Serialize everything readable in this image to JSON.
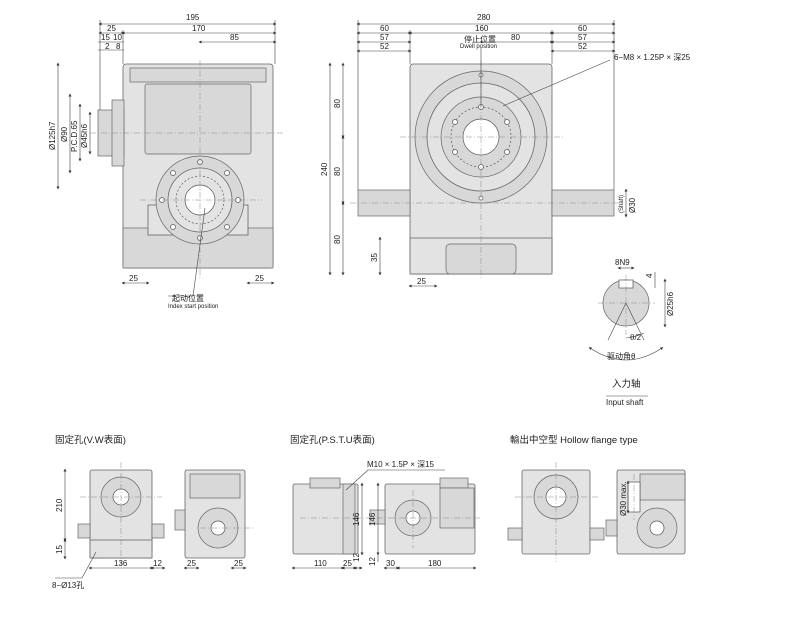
{
  "front_view": {
    "dims": {
      "overall_width": "195",
      "offset": "25",
      "body_width": "170",
      "half": "85",
      "shaft_a": "15",
      "shaft_b": "10",
      "shaft_c": "2",
      "shaft_d": "8",
      "dia_flange": "Ø125h7",
      "dia_90": "Ø90",
      "pcd": "P.C.D.65",
      "dia_shaft": "Ø45h6",
      "foot_left": "25",
      "foot_right": "25"
    },
    "annotation": {
      "zh": "起动位置",
      "en": "Index start position"
    }
  },
  "side_view": {
    "dims": {
      "overall_width": "280",
      "left": "60",
      "center": "160",
      "right": "60",
      "left_inner": "57",
      "center_inner": "80",
      "right_inner": "57",
      "left_52": "52",
      "right_52": "52",
      "height": "240",
      "h_top": "80",
      "h_mid": "80",
      "h_bottom": "80",
      "h_35": "35",
      "foot": "25",
      "shaft_dia": "Ø30",
      "shaft_dia_note": "(Shaft)"
    },
    "dwell": {
      "zh": "停止位置",
      "en": "Dwell position"
    },
    "thread_note": "6−M8 × 1.25P × 深25"
  },
  "shaft_detail": {
    "key": "8N9",
    "depth": "4",
    "dia": "Ø25h6",
    "angle_half": "θ/2",
    "drive_angle": "驱动角θ",
    "title_zh": "入力轴",
    "title_en": "Input shaft"
  },
  "vw_mount": {
    "title": "固定孔(V.W表面)",
    "dims": {
      "h210": "210",
      "h15": "15",
      "w136": "136",
      "w12": "12",
      "w25a": "25",
      "w25b": "25",
      "holes": "8−Ø13孔"
    }
  },
  "pstu_mount": {
    "title": "固定孔(P.S.T.U表面)",
    "thread": "M10 × 1.5P × 深15",
    "dims": {
      "w110": "110",
      "w25": "25",
      "w12": "12",
      "h146a": "146",
      "h146b": "146",
      "h12": "12",
      "w30": "30",
      "w180": "180"
    }
  },
  "hollow": {
    "title": "輸出中空型 Hollow flange type",
    "dia": "Ø30 max."
  }
}
